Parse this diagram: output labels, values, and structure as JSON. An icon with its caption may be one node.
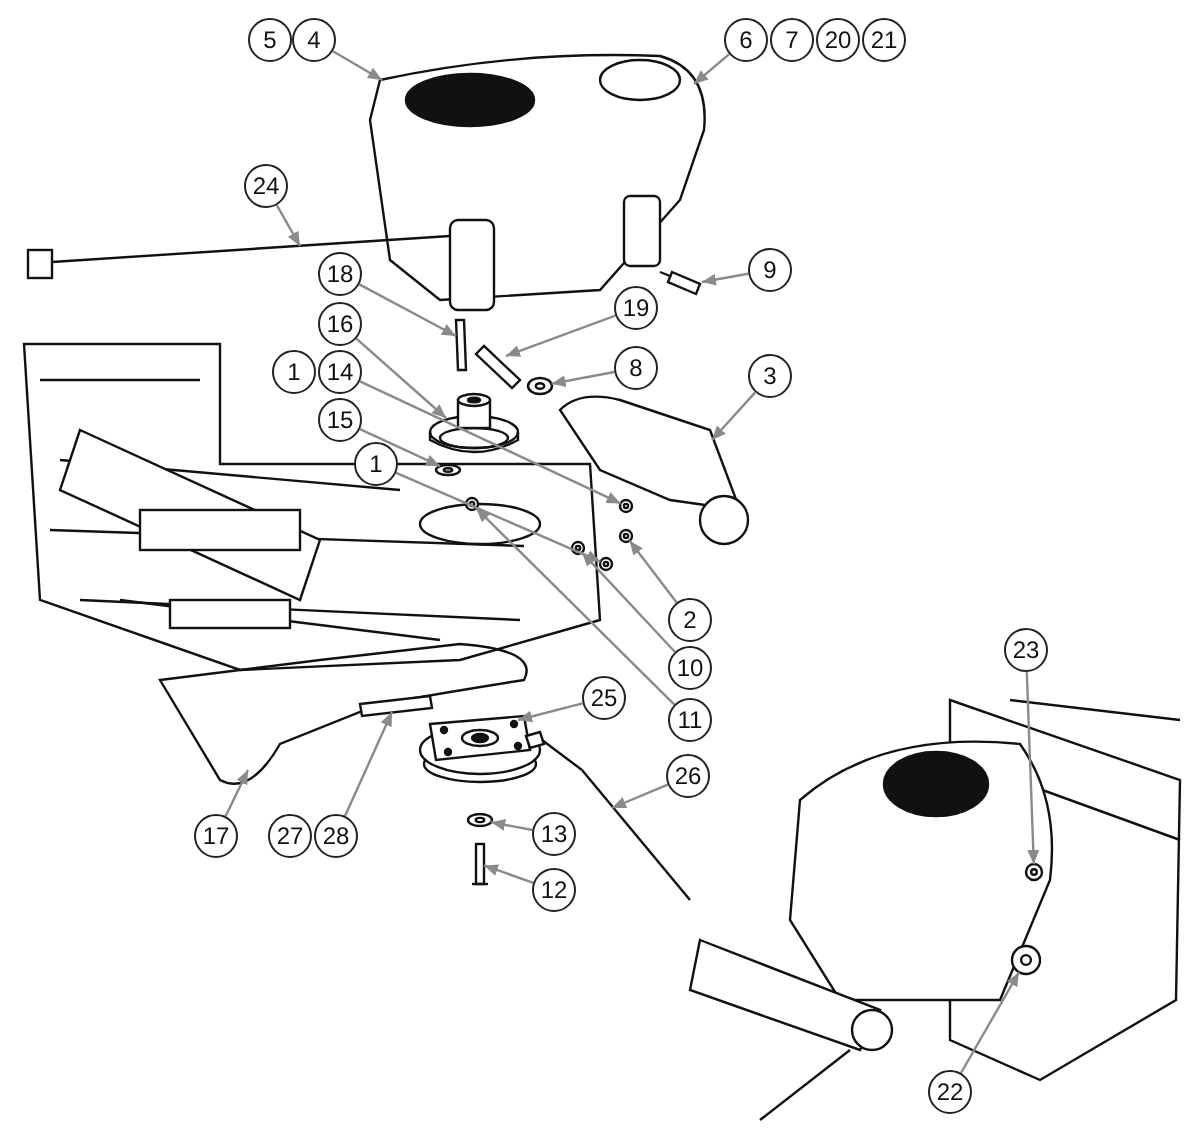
{
  "diagram": {
    "nodes": [
      {
        "text": [
          "5"
        ]
      },
      {
        "text": [
          "4"
        ]
      },
      {
        "text": [
          "6"
        ]
      },
      {
        "text": [
          "7"
        ]
      },
      {
        "text": [
          "20"
        ]
      },
      {
        "text": [
          "21"
        ]
      },
      {
        "text": [
          "24"
        ]
      },
      {
        "text": [
          "9"
        ]
      },
      {
        "text": [
          "18"
        ]
      },
      {
        "text": [
          "19"
        ]
      },
      {
        "text": [
          "16"
        ]
      },
      {
        "text": [
          "8"
        ]
      },
      {
        "text": [
          "1"
        ]
      },
      {
        "text": [
          "14"
        ]
      },
      {
        "text": [
          "3"
        ]
      },
      {
        "text": [
          "15"
        ]
      },
      {
        "text": [
          "1"
        ]
      },
      {
        "text": [
          "2"
        ]
      },
      {
        "text": [
          "10"
        ]
      },
      {
        "text": [
          "11"
        ]
      },
      {
        "text": [
          "25"
        ]
      },
      {
        "text": [
          "26"
        ]
      },
      {
        "text": [
          "23"
        ]
      },
      {
        "text": [
          "17"
        ]
      },
      {
        "text": [
          "27"
        ]
      },
      {
        "text": [
          "28"
        ]
      },
      {
        "text": [
          "13"
        ]
      },
      {
        "text": [
          "12"
        ]
      },
      {
        "text": [
          "22"
        ]
      },
      {
        "text": [],
        "shape": "picture"
      },
      {
        "text": [],
        "shape": "picture"
      },
      {
        "text": [],
        "shape": "picture"
      },
      {
        "text": [],
        "shape": "bar"
      },
      {
        "text": [],
        "shape": "bar"
      },
      {
        "text": [],
        "shape": "picture"
      },
      {
        "text": [],
        "shape": "circle"
      },
      {
        "text": [],
        "shape": "circle"
      },
      {
        "text": [],
        "shape": "picture"
      },
      {
        "text": [],
        "shape": "circle"
      },
      {
        "text": [],
        "shape": "circle"
      },
      {
        "text": [],
        "shape": "circle"
      },
      {
        "text": [],
        "shape": "circle"
      },
      {
        "text": [],
        "shape": "circle"
      },
      {
        "text": [],
        "shape": "picture"
      },
      {
        "text": [],
        "shape": "picture"
      },
      {
        "text": [],
        "shape": "circle"
      },
      {
        "text": [],
        "shape": "picture"
      },
      {
        "text": [],
        "shape": "bar"
      },
      {
        "text": [],
        "shape": "circle"
      },
      {
        "text": [],
        "shape": "box"
      },
      {
        "text": [],
        "shape": "circle"
      }
    ],
    "edges": [
      {
        "from": 1,
        "to": 29,
        "arrow": "to"
      },
      {
        "from": 2,
        "to": 29,
        "arrow": "to"
      },
      {
        "from": 6,
        "to": 30,
        "arrow": "to"
      },
      {
        "from": 7,
        "to": 31,
        "arrow": "to"
      },
      {
        "from": 8,
        "to": 32,
        "arrow": "to"
      },
      {
        "from": 9,
        "to": 33,
        "arrow": "to"
      },
      {
        "from": 10,
        "to": 34,
        "arrow": "to"
      },
      {
        "from": 11,
        "to": 35,
        "arrow": "to"
      },
      {
        "from": 13,
        "to": 36,
        "arrow": "to"
      },
      {
        "from": 14,
        "to": 37,
        "arrow": "to"
      },
      {
        "from": 15,
        "to": 38,
        "arrow": "to"
      },
      {
        "from": 16,
        "to": 39,
        "arrow": "to"
      },
      {
        "from": 17,
        "to": 40,
        "arrow": "to"
      },
      {
        "from": 18,
        "to": 41,
        "arrow": "to"
      },
      {
        "from": 19,
        "to": 42,
        "arrow": "to"
      },
      {
        "from": 20,
        "to": 43,
        "arrow": "to"
      },
      {
        "from": 21,
        "to": 44,
        "arrow": "to"
      },
      {
        "from": 22,
        "to": 45,
        "arrow": "to"
      },
      {
        "from": 23,
        "to": 46,
        "arrow": "to"
      },
      {
        "from": 25,
        "to": 47,
        "arrow": "to"
      },
      {
        "from": 26,
        "to": 48,
        "arrow": "to"
      },
      {
        "from": 27,
        "to": 49,
        "arrow": "to"
      },
      {
        "from": 28,
        "to": 50,
        "arrow": "to"
      }
    ]
  }
}
